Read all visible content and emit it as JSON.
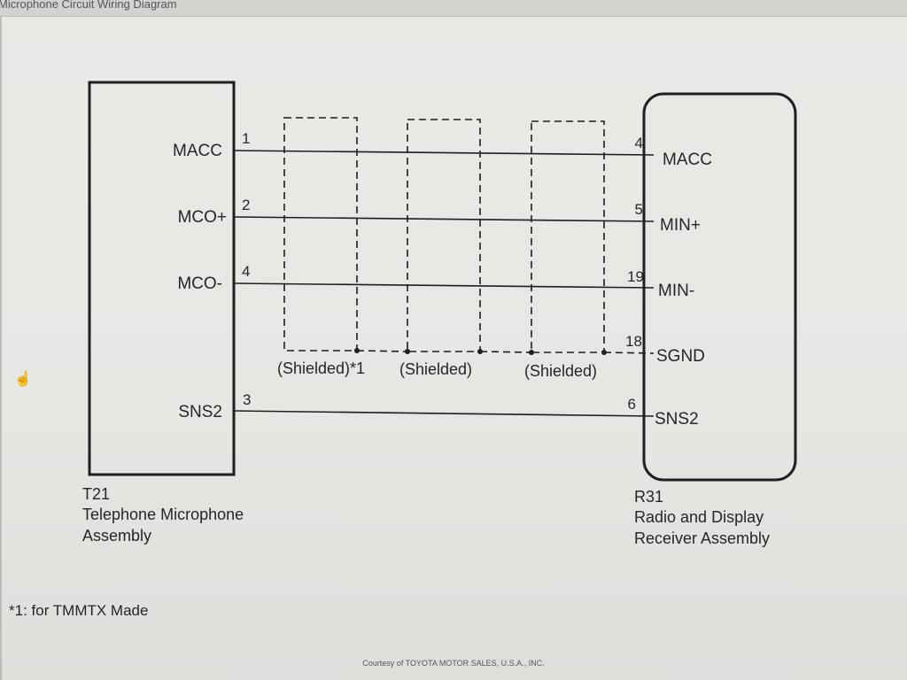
{
  "window": {
    "title": "Microphone Circuit Wiring Diagram"
  },
  "left_component": {
    "code": "T21",
    "name_line1": "Telephone Microphone",
    "name_line2": "Assembly",
    "pins": [
      {
        "label": "MACC",
        "number": "1"
      },
      {
        "label": "MCO+",
        "number": "2"
      },
      {
        "label": "MCO-",
        "number": "4"
      },
      {
        "label": "SNS2",
        "number": "3"
      }
    ]
  },
  "right_component": {
    "code": "R31",
    "name_line1": "Radio and Display",
    "name_line2": "Receiver Assembly",
    "pins": [
      {
        "label": "MACC",
        "number": "4"
      },
      {
        "label": "MIN+",
        "number": "5"
      },
      {
        "label": "MIN-",
        "number": "19"
      },
      {
        "label": "SGND",
        "number": "18"
      },
      {
        "label": "SNS2",
        "number": "6"
      }
    ]
  },
  "shields": [
    {
      "label": "(Shielded)*1"
    },
    {
      "label": "(Shielded)"
    },
    {
      "label": "(Shielded)"
    }
  ],
  "footnote": "*1: for TMMTX Made",
  "courtesy": "Courtesy of TOYOTA MOTOR SALES, U.S.A., INC.",
  "colors": {
    "line": "#1f1f1f",
    "background": "#e8e8e5"
  }
}
